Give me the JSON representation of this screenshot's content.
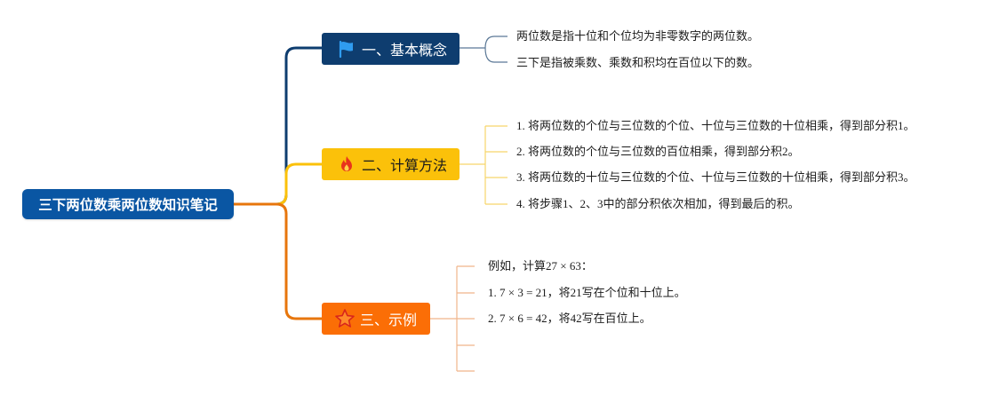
{
  "mindmap": {
    "root": {
      "label": "三下两位数乘两位数知识笔记",
      "color": "#0a56a3"
    },
    "branches": [
      {
        "label": "一、基本概念",
        "icon": "flag-icon",
        "color": "#0e3d6f",
        "items": [
          "两位数是指十位和个位均为非零数字的两位数。",
          "三下是指被乘数、乘数和积均在百位以下的数。"
        ]
      },
      {
        "label": "二、计算方法",
        "icon": "fire-icon",
        "color": "#fbc10a",
        "items": [
          "1. 将两位数的个位与三位数的个位、十位与三位数的十位相乘，得到部分积1。",
          "2. 将两位数的个位与三位数的百位相乘，得到部分积2。",
          "3. 将两位数的十位与三位数的个位、十位与三位数的十位相乘，得到部分积3。",
          "4. 将步骤1、2、3中的部分积依次相加，得到最后的积。"
        ]
      },
      {
        "label": "三、示例",
        "icon": "star-icon",
        "color": "#fb6e06",
        "items": [
          "例如，计算27 × 63：",
          "1. 7 × 3 = 21，将21写在个位和十位上。",
          "2. 7 × 6 = 42，将42写在百位上。",
          "",
          ""
        ]
      }
    ]
  }
}
